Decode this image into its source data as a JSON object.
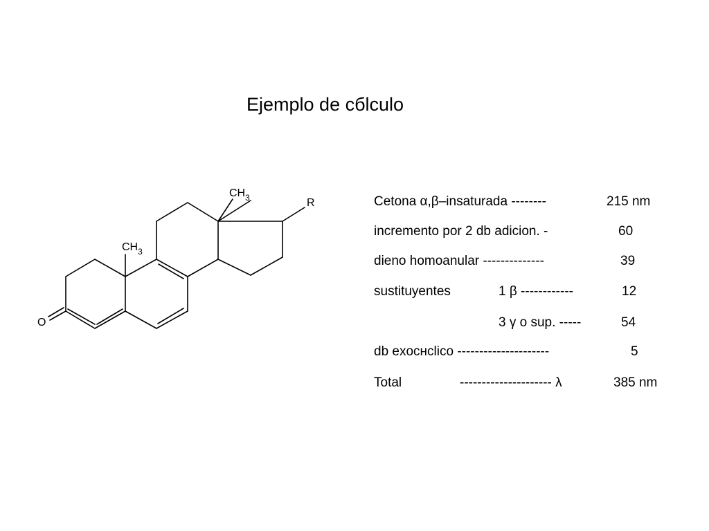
{
  "title": "Ejemplo de cбlculo",
  "molecule": {
    "ch3_top": "CH",
    "ch3_top_sub": "3",
    "ch3_mid": "CH",
    "ch3_mid_sub": "3",
    "r_label": "R",
    "o_label": "O"
  },
  "rows": [
    {
      "label": "Cetona α,β–insaturada --------",
      "value": "215 nm"
    },
    {
      "label": "incremento por 2 db adicion. -",
      "value": "60"
    },
    {
      "label": "dieno homoanular --------------",
      "value": "39"
    },
    {
      "label": "sustituyentes",
      "label2": "1 β ------------",
      "value": "12"
    },
    {
      "label2": "3 γ o sup. -----",
      "value": "54"
    },
    {
      "label": "db exocнclico ---------------------",
      "value": "5"
    },
    {
      "label": "Total",
      "label2": "--------------------- λ",
      "value": "385 nm"
    }
  ]
}
